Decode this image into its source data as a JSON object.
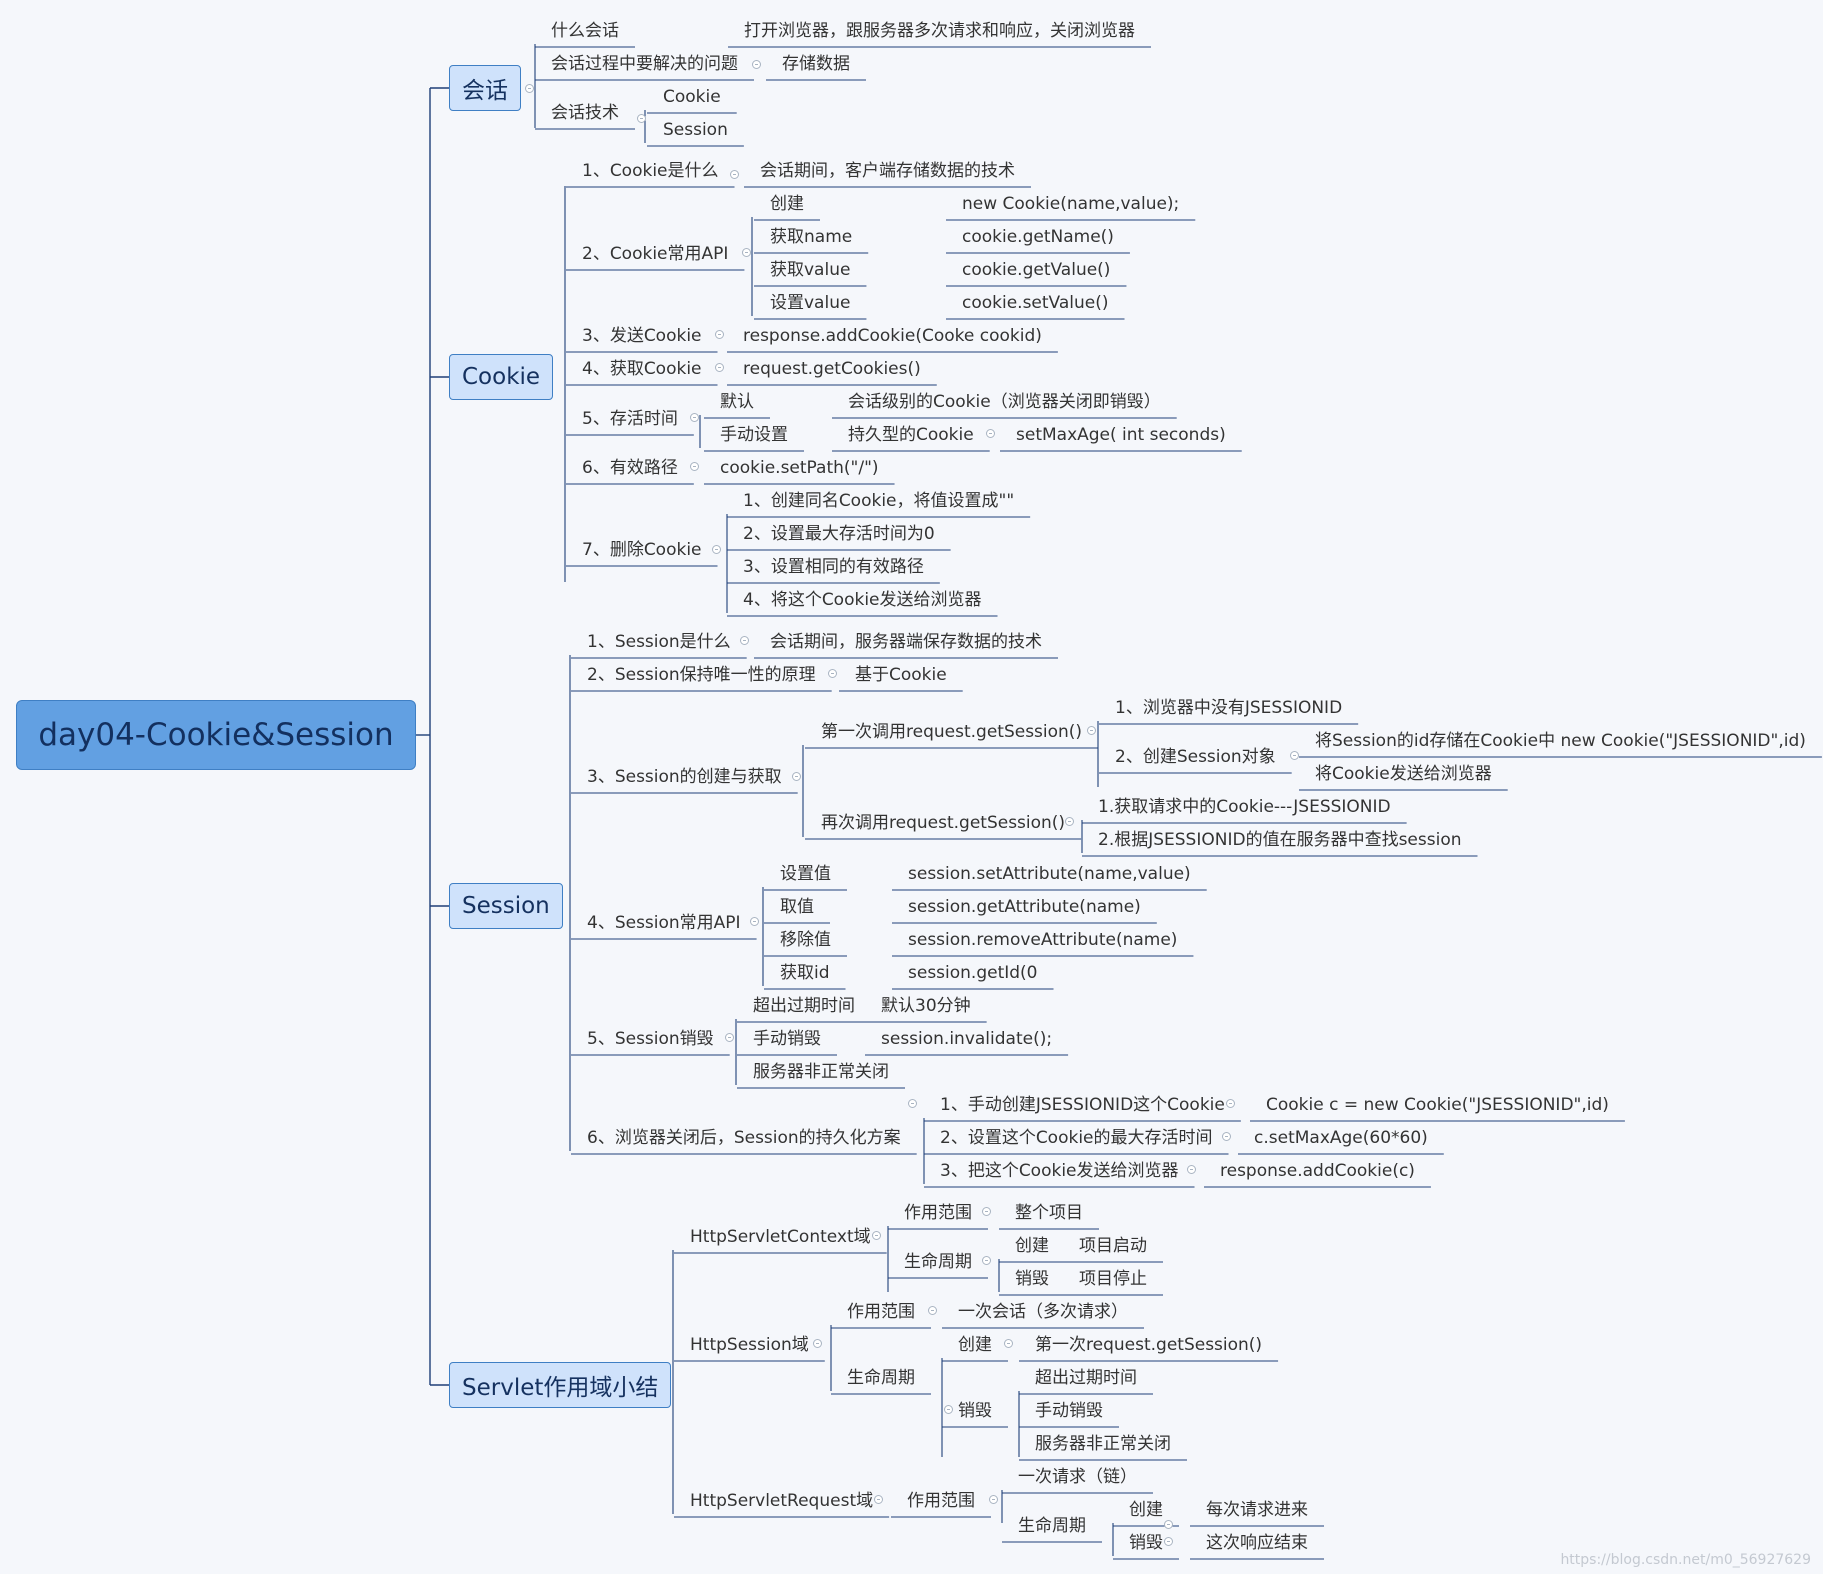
{
  "root": "day04-Cookie&Session",
  "watermark": "https://blog.csdn.net/m0_56927629",
  "colors": {
    "line": "#1e3f78",
    "root": "#62a0e2",
    "topic": "#cfe2fb",
    "border": "#3f7fc4"
  },
  "main": {
    "huihua": "会话",
    "cookie": "Cookie",
    "session": "Session",
    "scope": "Servlet作用域小结"
  },
  "huihua": {
    "what": "什么会话",
    "what_v": "打开浏览器，跟服务器多次请求和响应，关闭浏览器",
    "problem": "会话过程中要解决的问题",
    "problem_v": "存储数据",
    "tech": "会话技术",
    "tech_a": "Cookie",
    "tech_b": "Session"
  },
  "cookie": {
    "c1": "1、Cookie是什么",
    "c1_v": "会话期间，客户端存储数据的技术",
    "c2": "2、Cookie常用API",
    "api": [
      {
        "k": "创建",
        "v": "new Cookie(name,value);"
      },
      {
        "k": "获取name",
        "v": "cookie.getName()"
      },
      {
        "k": "获取value",
        "v": "cookie.getValue()"
      },
      {
        "k": "设置value",
        "v": "cookie.setValue()"
      }
    ],
    "c3": "3、发送Cookie",
    "c3_v": "response.addCookie(Cooke cookid)",
    "c4": "4、获取Cookie",
    "c4_v": "request.getCookies()",
    "c5": "5、存活时间",
    "c5_a": "默认",
    "c5_a_v": "会话级别的Cookie（浏览器关闭即销毁）",
    "c5_b": "手动设置",
    "c5_b_v": "持久型的Cookie",
    "c5_b_v2": "setMaxAge( int  seconds)",
    "c6": "6、有效路径",
    "c6_v": "cookie.setPath(\"/\")",
    "c7": "7、删除Cookie",
    "c7_items": [
      "1、创建同名Cookie，将值设置成\"\"",
      "2、设置最大存活时间为0",
      "3、设置相同的有效路径",
      "4、将这个Cookie发送给浏览器"
    ]
  },
  "session": {
    "s1": "1、Session是什么",
    "s1_v": "会话期间，服务器端保存数据的技术",
    "s2": "2、Session保持唯一性的原理",
    "s2_v": "基于Cookie",
    "s3": "3、Session的创建与获取",
    "s3_a": "第一次调用request.getSession()",
    "s3_a1": "1、浏览器中没有JSESSIONID",
    "s3_a2": "2、创建Session对象",
    "s3_a2_x": "将Session的id存储在Cookie中 new Cookie(\"JSESSIONID\",id)",
    "s3_a2_y": "将Cookie发送给浏览器",
    "s3_b": "再次调用request.getSession()",
    "s3_b1": "1.获取请求中的Cookie---JSESSIONID",
    "s3_b2": "2.根据JSESSIONID的值在服务器中查找session",
    "s4": "4、Session常用API",
    "api": [
      {
        "k": "设置值",
        "v": "session.setAttribute(name,value)"
      },
      {
        "k": "取值",
        "v": "session.getAttribute(name)"
      },
      {
        "k": "移除值",
        "v": "session.removeAttribute(name)"
      },
      {
        "k": "获取id",
        "v": "session.getId(0"
      }
    ],
    "s5": "5、Session销毁",
    "s5_a": "超出过期时间",
    "s5_a_v": "默认30分钟",
    "s5_b": "手动销毁",
    "s5_b_v": "session.invalidate();",
    "s5_c": "服务器非正常关闭",
    "s6": "6、浏览器关闭后，Session的持久化方案",
    "s6_items": [
      {
        "k": "1、手动创建JSESSIONID这个Cookie",
        "v": "Cookie c = new Cookie(\"JSESSIONID\",id)"
      },
      {
        "k": "2、设置这个Cookie的最大存活时间",
        "v": "c.setMaxAge(60*60)"
      },
      {
        "k": "3、把这个Cookie发送给浏览器",
        "v": "response.addCookie(c)"
      }
    ]
  },
  "scope": {
    "ctx": "HttpServletContext域",
    "ctx_range": "作用范围",
    "ctx_range_v": "整个项目",
    "ctx_life": "生命周期",
    "ctx_create": "创建",
    "ctx_create_v": "项目启动",
    "ctx_destroy": "销毁",
    "ctx_destroy_v": "项目停止",
    "ses": "HttpSession域",
    "ses_range": "作用范围",
    "ses_range_v": "一次会话（多次请求）",
    "ses_life": "生命周期",
    "ses_create": "创建",
    "ses_create_v": "第一次request.getSession()",
    "ses_destroy": "销毁",
    "ses_destroy_items": [
      "超出过期时间",
      "手动销毁",
      "服务器非正常关闭"
    ],
    "req": "HttpServletRequest域",
    "req_range": "作用范围",
    "req_range_v": "一次请求（链）",
    "req_life": "生命周期",
    "req_create": "创建",
    "req_create_v": "每次请求进来",
    "req_destroy": "销毁",
    "req_destroy_v": "这次响应结束"
  }
}
